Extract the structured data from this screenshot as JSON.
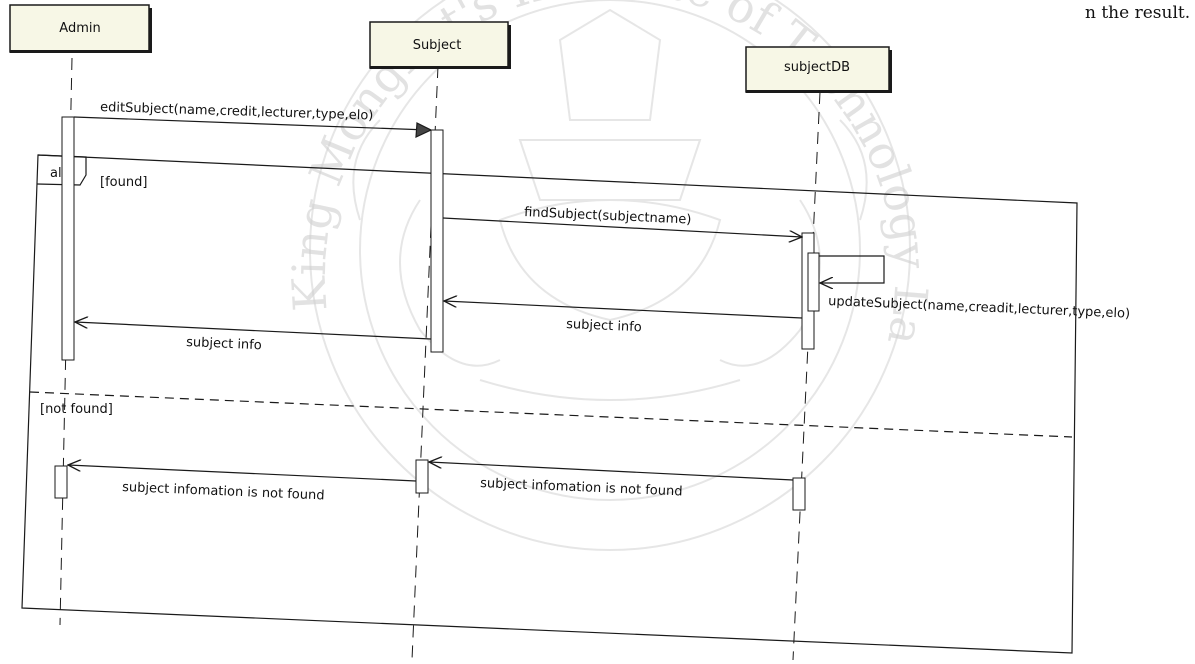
{
  "page_fragment": "n the result.",
  "watermark": {
    "text": "King Mongkut's Institute of Technology Ladkrabang",
    "color": "#cfcfcf"
  },
  "colors": {
    "participant_fill": "#f7f7e6",
    "participant_stroke": "#1a1a1a",
    "line": "#1a1a1a"
  },
  "participants": [
    {
      "id": "admin",
      "name": "Admin"
    },
    {
      "id": "subject",
      "name": "Subject"
    },
    {
      "id": "subjectdb",
      "name": "subjectDB"
    }
  ],
  "fragment": {
    "operator": "alt",
    "guards": [
      "[found]",
      "[not found]"
    ]
  },
  "messages": [
    {
      "id": "m1",
      "label": "editSubject(name,credit,lecturer,type,elo)",
      "kind": "sync"
    },
    {
      "id": "m2",
      "label": "findSubject(subjectname)",
      "kind": "call"
    },
    {
      "id": "m3",
      "label": "updateSubject(name,creadit,lecturer,type,elo)",
      "kind": "self"
    },
    {
      "id": "m4",
      "label": "subject info",
      "kind": "return"
    },
    {
      "id": "m5",
      "label": "subject info",
      "kind": "return"
    },
    {
      "id": "m6",
      "label": "subject infomation is not found",
      "kind": "return"
    },
    {
      "id": "m7",
      "label": "subject infomation is not found",
      "kind": "return"
    }
  ]
}
